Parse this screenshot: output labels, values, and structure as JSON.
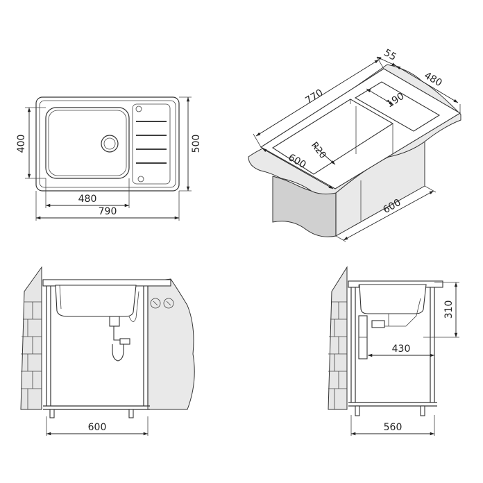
{
  "top_view": {
    "overall_width": "790",
    "bowl_width": "480",
    "overall_depth": "500",
    "bowl_depth": "400"
  },
  "iso_view": {
    "length": "770",
    "rim": "55",
    "depth": "480",
    "drainer": "190",
    "radius": "R20",
    "front_width": "600",
    "cabinet_depth": "600"
  },
  "front_section": {
    "cabinet_width": "600"
  },
  "side_section": {
    "height": "310",
    "waste_offset": "430",
    "cabinet_depth": "560"
  }
}
